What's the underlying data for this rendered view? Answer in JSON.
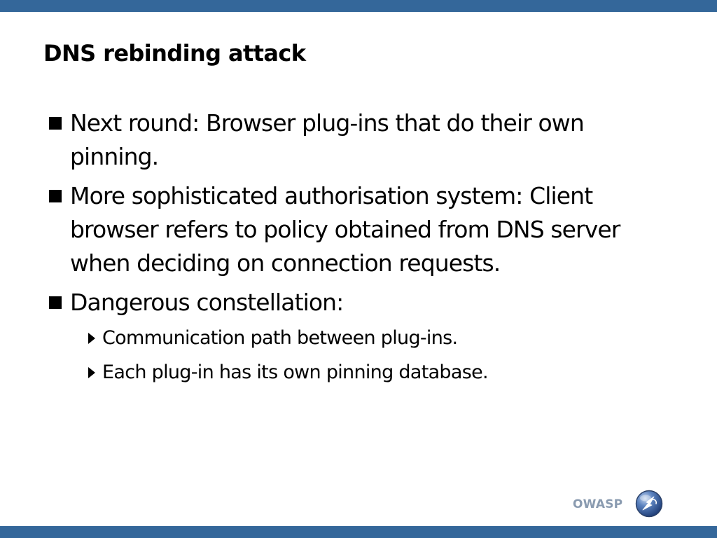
{
  "slide": {
    "title": "DNS rebinding attack",
    "bullets": [
      {
        "text": "Next round: Browser plug-ins that do their own pinning."
      },
      {
        "text": "More sophisticated authorisation system: Client browser refers to policy obtained from DNS server when deciding on connection requests."
      },
      {
        "text": "Dangerous constellation:",
        "sub_bullets": [
          {
            "text": "Communication path between plug-ins."
          },
          {
            "text": "Each plug-in has its own pinning database."
          }
        ]
      }
    ]
  },
  "footer": {
    "logo_text": "OWASP",
    "logo_icon": "owasp-wasp-icon"
  },
  "colors": {
    "bar": "#34679a",
    "logo_text": "#8a9bb0",
    "text": "#000000"
  }
}
